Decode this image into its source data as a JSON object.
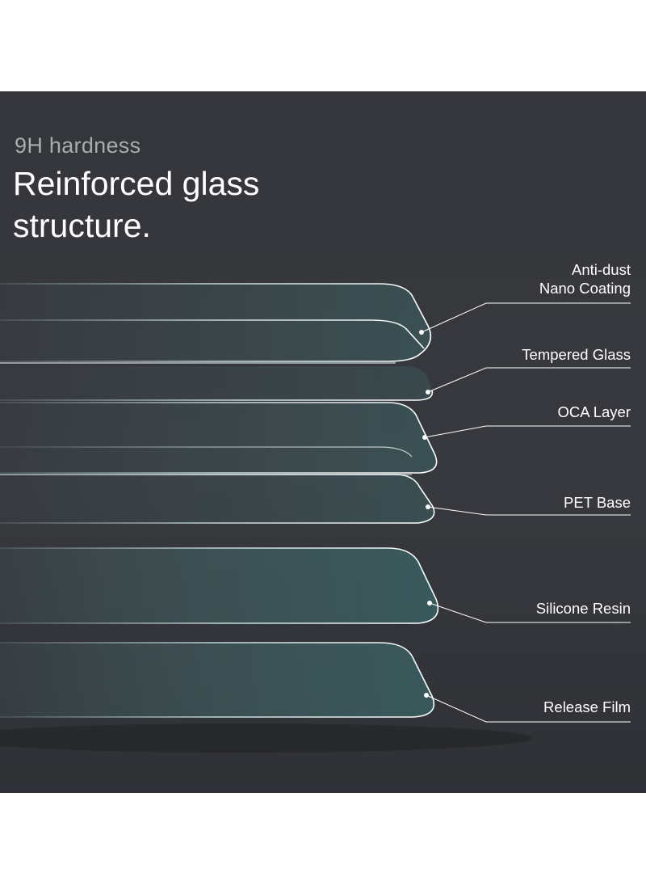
{
  "header": {
    "subtitle": "9H hardness",
    "title": "Reinforced glass structure."
  },
  "layers": [
    {
      "label": "Anti-dust\nNano Coating"
    },
    {
      "label": "Tempered Glass"
    },
    {
      "label": "OCA Layer"
    },
    {
      "label": "PET Base"
    },
    {
      "label": "Silicone Resin"
    },
    {
      "label": "Release Film"
    }
  ],
  "colors": {
    "background": "#36383d",
    "text": "#ffffff",
    "subtitle": "#a9abaf",
    "glass_edge": "#cfeff0",
    "glass_tint": "#3f6466",
    "iridescent": "#9a5cf0"
  }
}
